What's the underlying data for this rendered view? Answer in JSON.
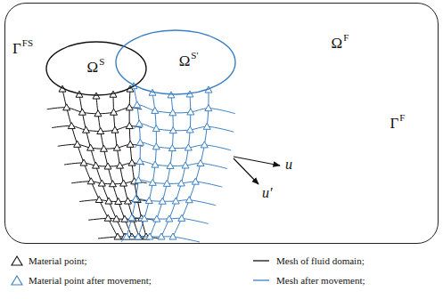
{
  "diagram": {
    "nodes": [
      {
        "text": [
          "ΩF",
          "ΓF"
        ]
      },
      {
        "text": [
          "ΩS"
        ],
        "in": 0
      },
      {
        "text": [
          "ΩS'"
        ],
        "in": 0
      }
    ],
    "labels": [
      "ΓFS",
      "u",
      "u'"
    ],
    "legend": [
      {
        "text": "Material point;"
      },
      {
        "text": "Material point after movement;"
      },
      {
        "text": "Mesh of fluid domain;"
      },
      {
        "text": "Mesh after movement;"
      }
    ]
  }
}
